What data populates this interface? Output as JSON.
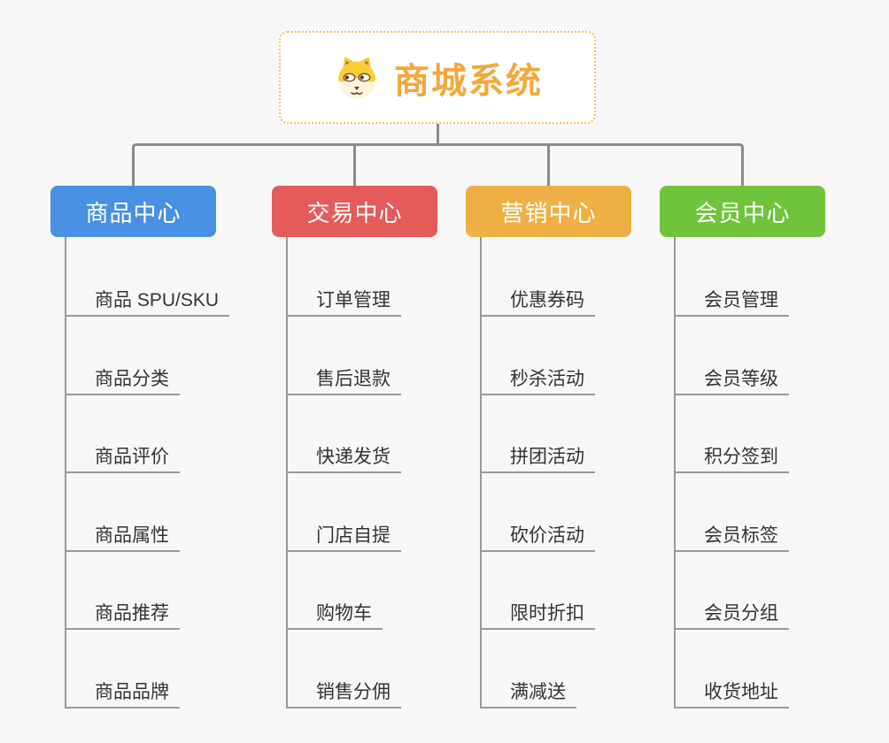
{
  "canvas": {
    "background": "#f7f7f7",
    "connector_color": "#8a8a8a",
    "leaf_line_color": "#999999",
    "leaf_text_color": "#333333"
  },
  "root": {
    "title": "商城系统",
    "icon": "shiba-dog-icon",
    "text_color": "#f2a93b",
    "border_color": "#f3bd63",
    "background": "#ffffff"
  },
  "branches": [
    {
      "label": "商品中心",
      "color": "#4a90e2",
      "children": [
        "商品 SPU/SKU",
        "商品分类",
        "商品评价",
        "商品属性",
        "商品推荐",
        "商品品牌"
      ]
    },
    {
      "label": "交易中心",
      "color": "#e55a5a",
      "children": [
        "订单管理",
        "售后退款",
        "快递发货",
        "门店自提",
        "购物车",
        "销售分佣"
      ]
    },
    {
      "label": "营销中心",
      "color": "#eeb044",
      "children": [
        "优惠券码",
        "秒杀活动",
        "拼团活动",
        "砍价活动",
        "限时折扣",
        "满减送"
      ]
    },
    {
      "label": "会员中心",
      "color": "#6fc43c",
      "children": [
        "会员管理",
        "会员等级",
        "积分签到",
        "会员标签",
        "会员分组",
        "收货地址"
      ]
    }
  ]
}
